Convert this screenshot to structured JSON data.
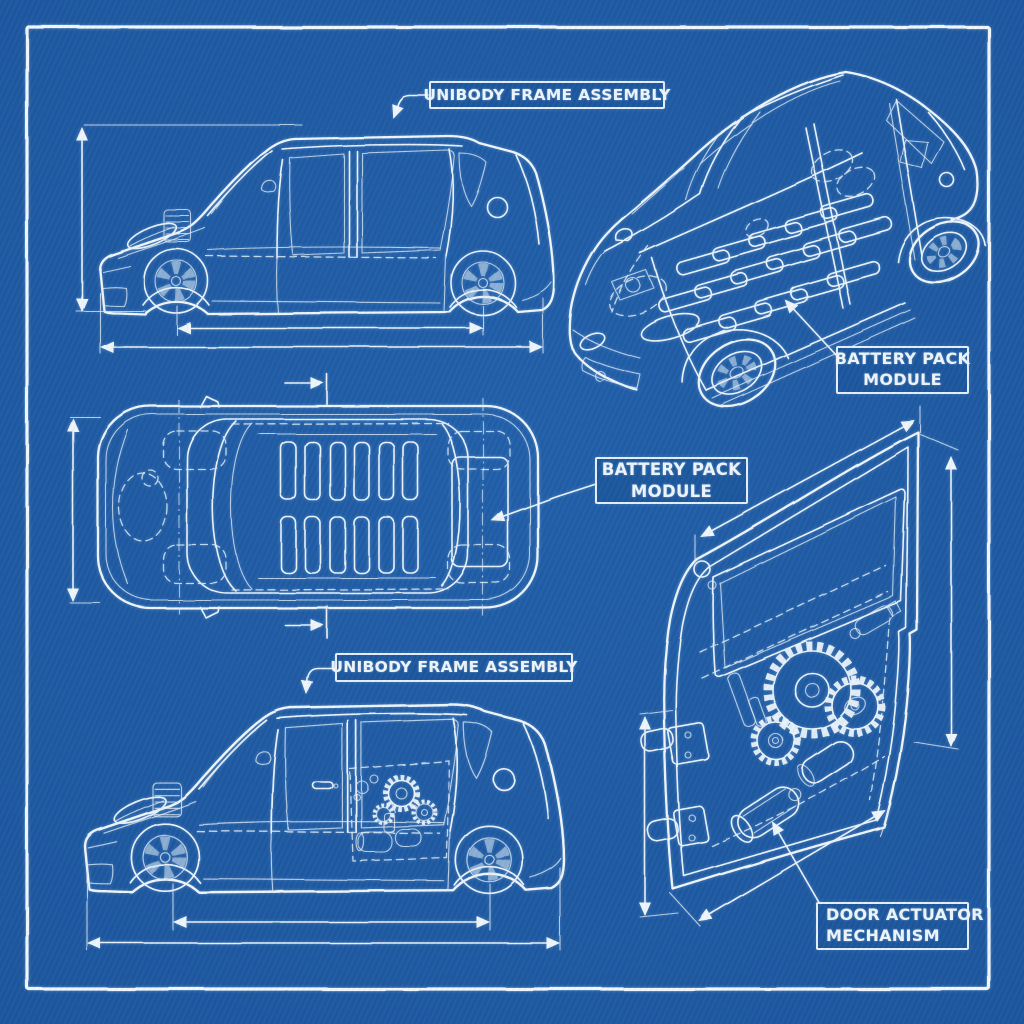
{
  "sheet": {
    "type": "automotive blueprint technical drawing",
    "views": [
      "side elevation with overall dimensions",
      "isometric cutaway view",
      "top plan view with battery modules",
      "side elevation with door mechanism cutaway",
      "door panel internal mechanism detail"
    ]
  },
  "colors": {
    "background": "#1d579f",
    "line": "#e9f3fb",
    "border": "#f0f7fd"
  },
  "callouts": {
    "unibody_top": {
      "text": "UNIBODY FRAME ASSEMBLY"
    },
    "battery_right": {
      "line1": "BATTERY PACK",
      "line2": "MODULE"
    },
    "battery_mid": {
      "line1": "BATTERY PACK",
      "line2": "MODULE"
    },
    "unibody_bottom": {
      "text": "UNIBODY FRAME ASSEMBLY"
    },
    "door_actuator": {
      "line1": "DOOR ACTUATOR",
      "line2": "MECHANISM"
    }
  }
}
